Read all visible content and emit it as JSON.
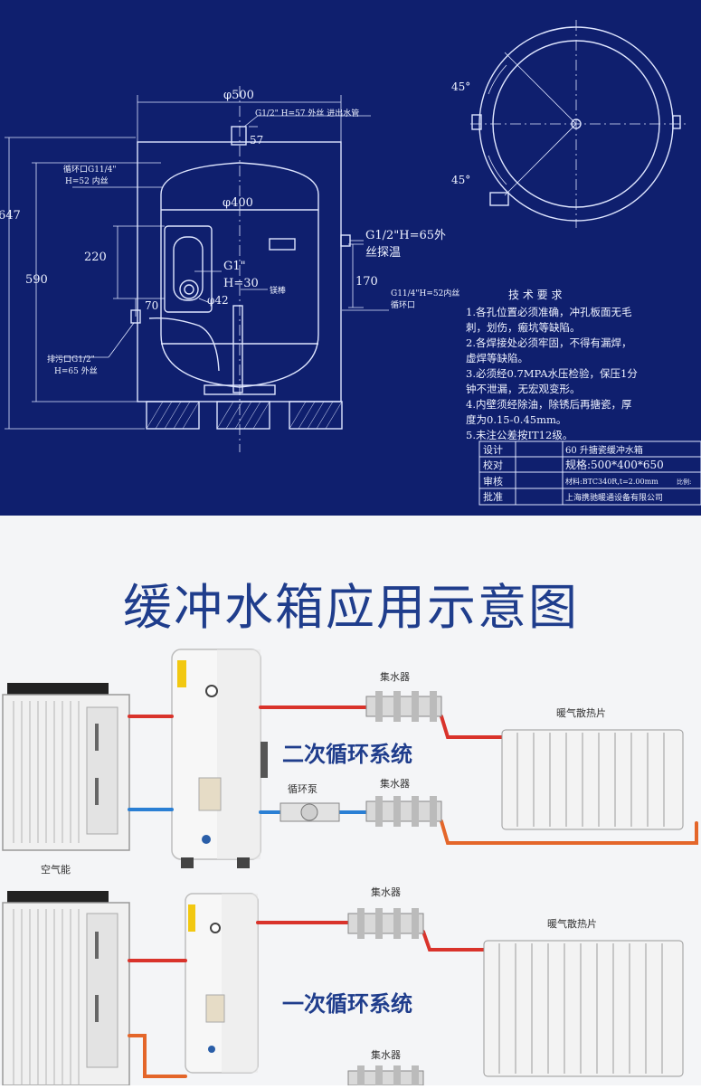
{
  "colors": {
    "blueprint_bg": "#0f1f6e",
    "line": "#dfe6ff",
    "title": "#1f3d8c",
    "hot_pipe": "#d9332b",
    "cold_pipe": "#2a7fd4",
    "return_pipe": "#e4662a"
  },
  "blueprint": {
    "dim_diameter_outer": "φ500",
    "dim_diameter_inner": "φ400",
    "dim_top_port": "G1/2\" H=57 外丝  进出水管",
    "dim_57": "57",
    "dim_647": "647",
    "dim_590": "590",
    "dim_220": "220",
    "dim_70": "70",
    "dim_170": "170",
    "circulation_port_left_1": "循环口G11/4\"",
    "circulation_port_left_2": "H=52 内丝",
    "sensor_port_1": "G1/2\"H=65外",
    "sensor_port_2": "丝探温",
    "circulation_port_right_1": "G11/4\"H=52内丝",
    "circulation_port_right_2": "循环口",
    "flange_g1": "G1\"",
    "flange_h30": "H=30",
    "flange_d42": "φ42",
    "anode": "镁棒",
    "drain_port_1": "排污口G1/2\"",
    "drain_port_2": "H=65 外丝",
    "angle_top": "45°",
    "angle_bottom": "45°",
    "tech_title": "技 术 要 求",
    "tech_lines": [
      "1.各孔位置必须准确，冲孔板面无毛",
      "刺，划伤，瘢坑等缺陷。",
      "2.各焊接处必须牢固，不得有漏焊，",
      "虚焊等缺陷。",
      "3.必须经0.7MPA水压检验，保压1分",
      "钟不泄漏，无宏观变形。",
      "4.内壁须经除油，除锈后再搪瓷，厚",
      "度为0.15-0.45mm。",
      "5.未注公差按IT12级。"
    ],
    "title_block": {
      "design": "设计",
      "check": "校对",
      "review": "审核",
      "approve": "批准",
      "product": "60  升搪瓷缓冲水箱",
      "spec": "规格:500*400*650",
      "material": "材料:BTC340R,t=2.00mm",
      "scale": "比例:",
      "company": "上海携驰暖通设备有限公司"
    }
  },
  "application": {
    "title": "缓冲水箱应用示意图",
    "secondary_system": "二次循环系统",
    "primary_system": "一次循环系统",
    "manifold_1": "集水器",
    "manifold_2": "集水器",
    "manifold_3": "集水器",
    "manifold_4": "集水器",
    "radiator_1": "暖气散热片",
    "radiator_2": "暖气散热片",
    "pump": "循环泵",
    "heat_pump": "空气能"
  }
}
